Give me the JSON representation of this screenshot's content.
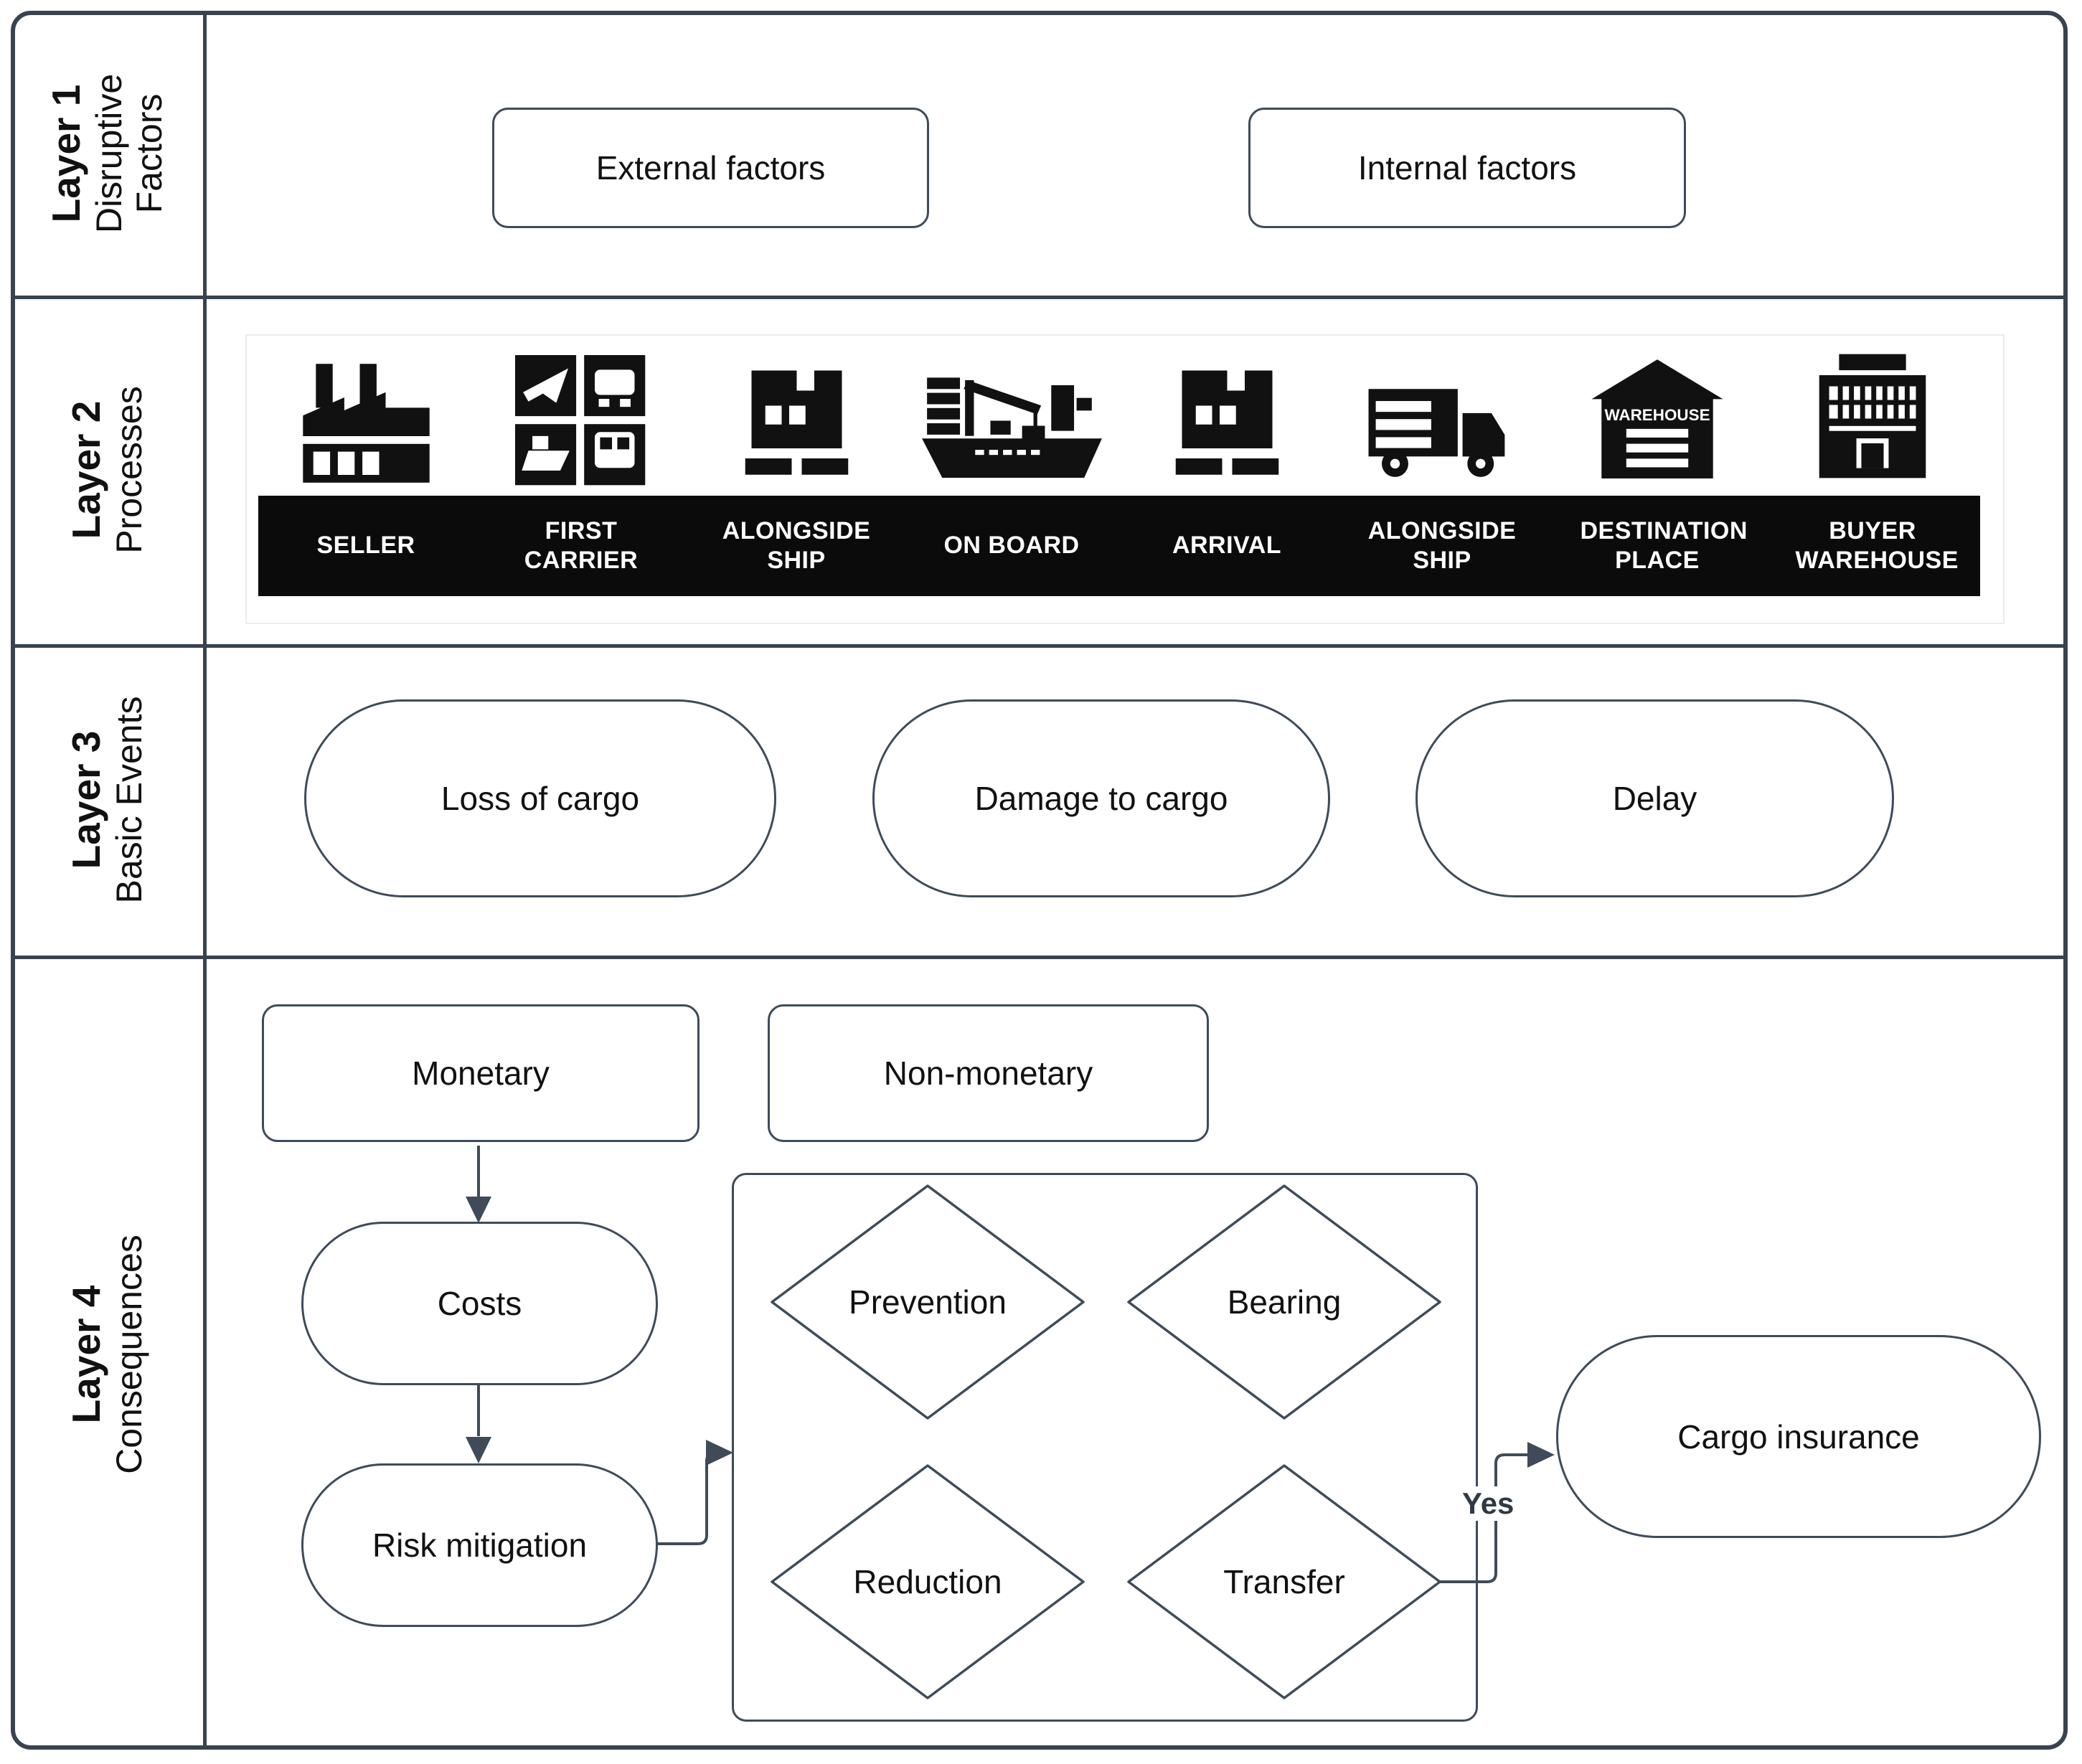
{
  "layers": [
    {
      "name": "Layer 1",
      "subtitle": "Disruptive Factors"
    },
    {
      "name": "Layer 2",
      "subtitle": "Processes"
    },
    {
      "name": "Layer 3",
      "subtitle": "Basic Events"
    },
    {
      "name": "Layer 4",
      "subtitle": "Consequences"
    }
  ],
  "disruptive_factors": {
    "external": "External factors",
    "internal": "Internal factors"
  },
  "processes": [
    {
      "label": "SELLER",
      "icon": "factory-icon"
    },
    {
      "label": "FIRST CARRIER",
      "icon": "multimodal-transport-icon"
    },
    {
      "label": "ALONGSIDE SHIP",
      "icon": "cargo-boxes-pallet-icon"
    },
    {
      "label": "ON BOARD",
      "icon": "container-ship-crane-icon"
    },
    {
      "label": "ARRIVAL",
      "icon": "cargo-boxes-pallet-icon"
    },
    {
      "label": "ALONGSIDE SHIP",
      "icon": "delivery-truck-icon"
    },
    {
      "label": "DESTINATION PLACE",
      "icon": "warehouse-icon"
    },
    {
      "label": "BUYER WAREHOUSE",
      "icon": "buyer-building-icon"
    }
  ],
  "warehouse_icon_text": "WAREHOUSE",
  "basic_events": [
    "Loss of cargo",
    "Damage to cargo",
    "Delay"
  ],
  "consequences": {
    "monetary": "Monetary",
    "non_monetary": "Non-monetary",
    "costs": "Costs",
    "risk_mitigation": "Risk mitigation",
    "strategies": [
      "Prevention",
      "Bearing",
      "Reduction",
      "Transfer"
    ],
    "transfer_edge_label": "Yes",
    "cargo_insurance": "Cargo insurance"
  },
  "colors": {
    "shape_stroke": "#3f4b59",
    "frame_stroke": "#39434f",
    "banner_bg": "#0b0b0b",
    "banner_text": "#ffffff",
    "icon_fill": "#111111"
  }
}
